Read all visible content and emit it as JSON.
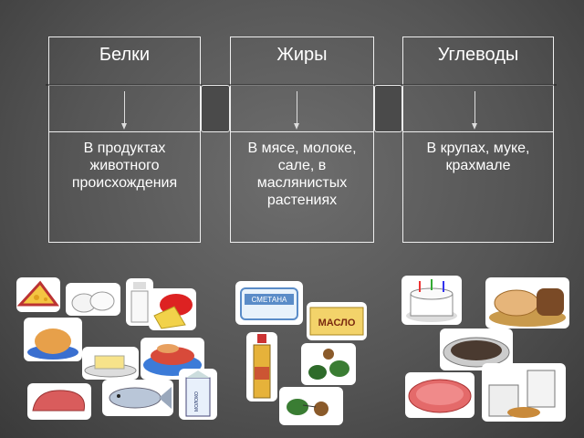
{
  "columns": [
    {
      "header": "Белки",
      "text": "В продуктах животного происхождения"
    },
    {
      "header": "Жиры",
      "text": "В мясе, молоке, сале, в маслянистых растениях"
    },
    {
      "header": "Углеводы",
      "text": "В крупах, муке, крахмале"
    }
  ],
  "food_labels": {
    "smetana": "СМЕТАНА",
    "maslo": "МАСЛО",
    "moloko": "МОЛОКО"
  },
  "colors": {
    "background": "#555555",
    "line": "#eeeeee",
    "text": "#ffffff"
  }
}
